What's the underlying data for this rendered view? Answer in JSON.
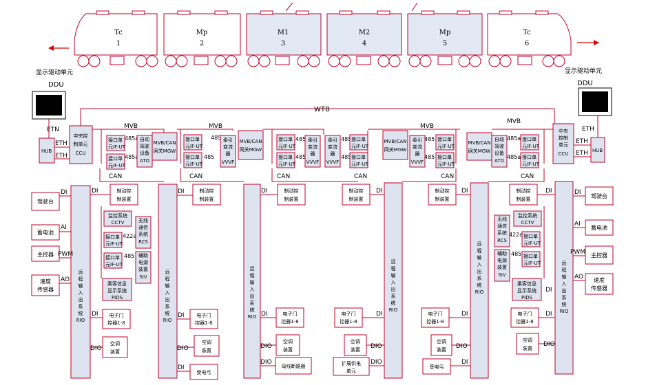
{
  "cars": [
    {
      "type": "Tc",
      "num": "1"
    },
    {
      "type": "Mp",
      "num": "2"
    },
    {
      "type": "M1",
      "num": "3"
    },
    {
      "type": "M2",
      "num": "4"
    },
    {
      "type": "Mp",
      "num": "5"
    },
    {
      "type": "Tc",
      "num": "6"
    }
  ],
  "labels": {
    "display_unit": "显示驱动单元",
    "ddu": "DDU",
    "wtb": "WTB",
    "mvb": "MVB",
    "can": "CAN",
    "eth": "ETH",
    "etn": "ETN",
    "di": "DI",
    "ai": "AI",
    "ao": "AO",
    "pwm": "PWM",
    "dio": "DIO",
    "b485": "485",
    "b485a": "485a",
    "b422a": "422a",
    "hub": "HUB",
    "ccu": [
      "中央控",
      "制单元",
      "CCU"
    ],
    "ccu_r": [
      "中央",
      "控制",
      "单元",
      "CCU"
    ],
    "mgw": [
      "MVB/CAN",
      "网关MGW"
    ],
    "rio": [
      "远",
      "程",
      "输",
      "入",
      "输",
      "出",
      "系",
      "统",
      "RIO"
    ],
    "ifut": [
      "接口单",
      "元IF-UT"
    ],
    "ato": [
      "自动",
      "驾驶",
      "设备",
      "ATO"
    ],
    "vvvf": [
      "牵引",
      "变流",
      "器",
      "VVVF"
    ],
    "brake": [
      "制动控",
      "制装置"
    ],
    "cctv": [
      "监控系统",
      "CCTV"
    ],
    "rcs": [
      "无线",
      "通信",
      "系统",
      "RCS"
    ],
    "siv": [
      "辅助",
      "电源",
      "装置",
      "SIV"
    ],
    "pids": [
      "乘客信息",
      "显示系统",
      "PIDS"
    ],
    "door": [
      "电子门",
      "控器1-8"
    ],
    "ac": [
      "空调",
      "装置"
    ],
    "cab": "驾驶台",
    "battery": "蓄电池",
    "controller": "主控器",
    "speed": [
      "速度",
      "传感器"
    ],
    "receiver": "受电弓",
    "bus_breaker": "母线断路器",
    "ext_power": [
      "扩展供电",
      "单元"
    ]
  },
  "colors": {
    "line": "#c0002a",
    "box_fill": "#dde4ef"
  }
}
